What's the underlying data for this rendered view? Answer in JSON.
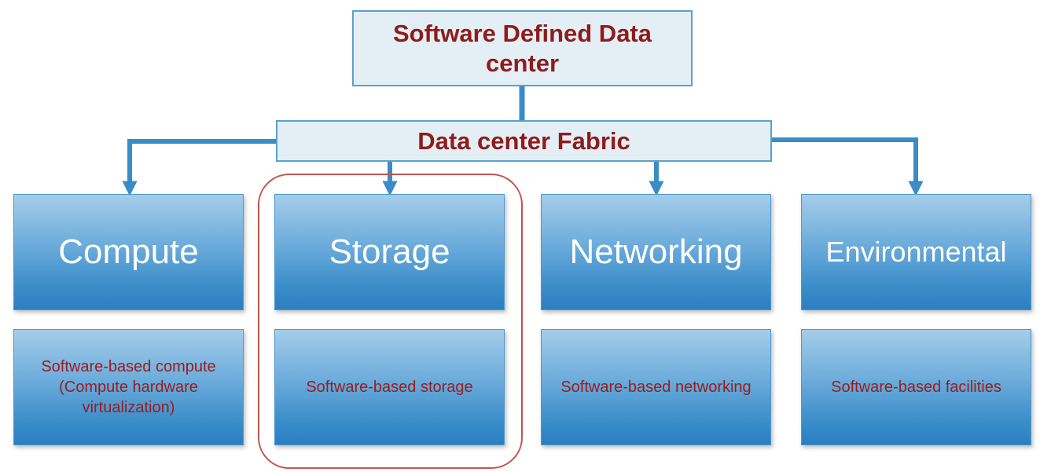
{
  "diagram": {
    "top": {
      "title": "Software Defined Data center"
    },
    "fabric": {
      "title": "Data center Fabric"
    },
    "columns": [
      {
        "category": "Compute",
        "description": "Software-based compute (Compute hardware virtualization)"
      },
      {
        "category": "Storage",
        "description": "Software-based storage"
      },
      {
        "category": "Networking",
        "description": "Software-based networking"
      },
      {
        "category": "Environmental",
        "description": "Software-based facilities"
      }
    ],
    "highlighted_column": "Storage"
  },
  "colors": {
    "connector": "#3a8cc6",
    "title_text": "#8f1b1b",
    "category_text": "#ffffff",
    "description_text": "#9a1c1c",
    "highlight_outline": "#c2554e",
    "header_fill": "#e4eff5",
    "box_fill_top": "#a5cde9",
    "box_fill_bottom": "#2a7fc1"
  }
}
